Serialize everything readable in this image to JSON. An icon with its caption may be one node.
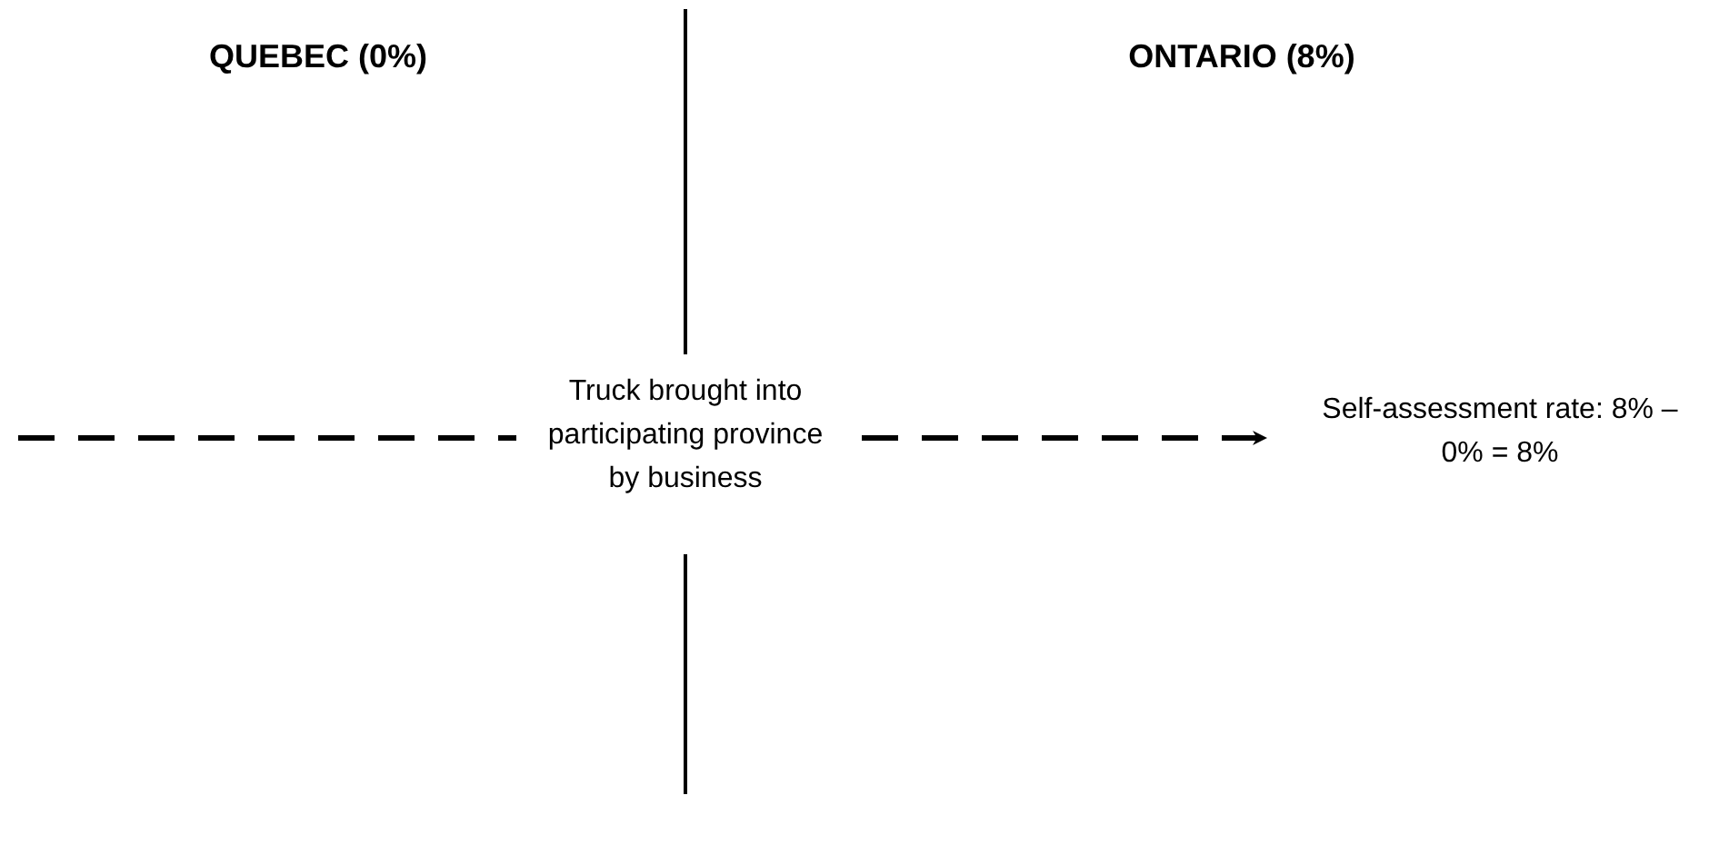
{
  "diagram": {
    "nodes": [
      {
        "text": [
          "Truck brought into participating province by business"
        ]
      },
      {
        "text": [
          "Self-assessment rate: 8% – 0% = 8%"
        ]
      }
    ],
    "edges": [
      {
        "from": null,
        "to": 0,
        "arrow": "none",
        "style": "dashed"
      },
      {
        "from": 0,
        "to": 1,
        "arrow": "to",
        "style": "dashed"
      }
    ],
    "labels": [
      "QUEBEC (0%)",
      "ONTARIO (8%)"
    ]
  }
}
